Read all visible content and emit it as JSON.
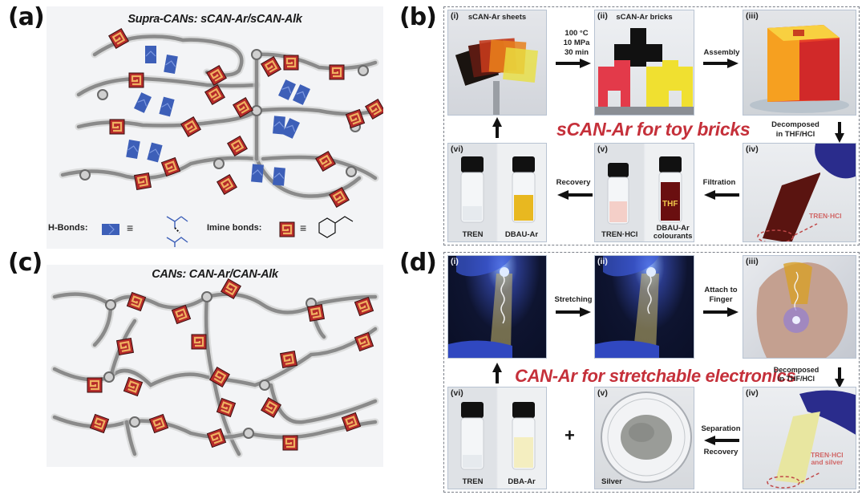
{
  "figure": {
    "panels": {
      "a": {
        "letter": "(a)",
        "title": "Supra-CANs: sCAN-Ar/sCAN-Alk",
        "legend": {
          "hbond_label": "H-Bonds:",
          "imine_label": "Imine bonds:",
          "equiv_symbol": "≡"
        }
      },
      "b": {
        "letter": "(b)",
        "title": "sCAN-Ar for toy bricks",
        "photos": [
          {
            "roman": "(i)",
            "title": "sCAN-Ar sheets"
          },
          {
            "roman": "(ii)",
            "title": "sCAN-Ar bricks"
          },
          {
            "roman": "(iii)",
            "title": ""
          },
          {
            "roman": "(iv)",
            "annotation": "TREN·HCl"
          },
          {
            "roman": "(v)",
            "captions": [
              "TREN·HCl",
              "DBAU-Ar colourants"
            ],
            "vial_label": "THF"
          },
          {
            "roman": "(vi)",
            "captions": [
              "TREN",
              "DBAU-Ar"
            ]
          }
        ],
        "steps": {
          "conditions": [
            "100 °C",
            "10 MPa",
            "30 min"
          ],
          "assembly": "Assembly",
          "decomposed": [
            "Decomposed",
            "in THF/HCl"
          ],
          "filtration": "Filtration",
          "recovery": "Recovery"
        }
      },
      "c": {
        "letter": "(c)",
        "title": "CANs: CAN-Ar/CAN-Alk"
      },
      "d": {
        "letter": "(d)",
        "title": "CAN-Ar for stretchable electronics",
        "photos": [
          {
            "roman": "(i)"
          },
          {
            "roman": "(ii)"
          },
          {
            "roman": "(iii)"
          },
          {
            "roman": "(iv)",
            "annotation": [
              "TREN·HCl",
              "and silver"
            ]
          },
          {
            "roman": "(v)",
            "caption": "Silver"
          },
          {
            "roman": "(vi)",
            "captions": [
              "TREN",
              "DBA-Ar"
            ]
          }
        ],
        "steps": {
          "stretching": "Stretching",
          "attach": [
            "Attach to",
            "Finger"
          ],
          "decomposed": [
            "Decomposed",
            "in THF/HCl"
          ],
          "separation": [
            "Separation",
            "Recovery"
          ],
          "plus": "+"
        }
      }
    },
    "colors": {
      "title_red": "#c5303a",
      "hbond_blue": "#3d5fb8",
      "imine_red": "#b52a2a",
      "imine_tan": "#f0b060",
      "chain_gray": "#8a8a8a",
      "annotation_red": "#d06666"
    }
  }
}
